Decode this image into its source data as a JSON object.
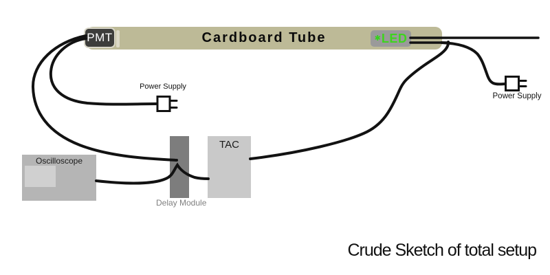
{
  "caption": "Crude Sketch of total setup",
  "tube": {
    "label": "Cardboard Tube",
    "color": "#bdba97"
  },
  "pmt": {
    "label": "PMT",
    "color": "#3d3d3b",
    "text_color": "#ffffff"
  },
  "led": {
    "label": "LED",
    "sparkle": "✱",
    "box_color": "#9a9a9a",
    "text_color": "#3ed41e"
  },
  "power_supply_left": {
    "label": "Power Supply"
  },
  "power_supply_right": {
    "label": "Power Supply"
  },
  "oscilloscope": {
    "label": "Oscilloscope",
    "color": "#b5b5b5",
    "screen_color": "#d0d0d0"
  },
  "delay_module": {
    "label": "Delay Module",
    "color": "#7d7d7d"
  },
  "tac": {
    "label": "TAC",
    "color": "#c9c9c9"
  },
  "wires": {
    "color": "#121212"
  }
}
